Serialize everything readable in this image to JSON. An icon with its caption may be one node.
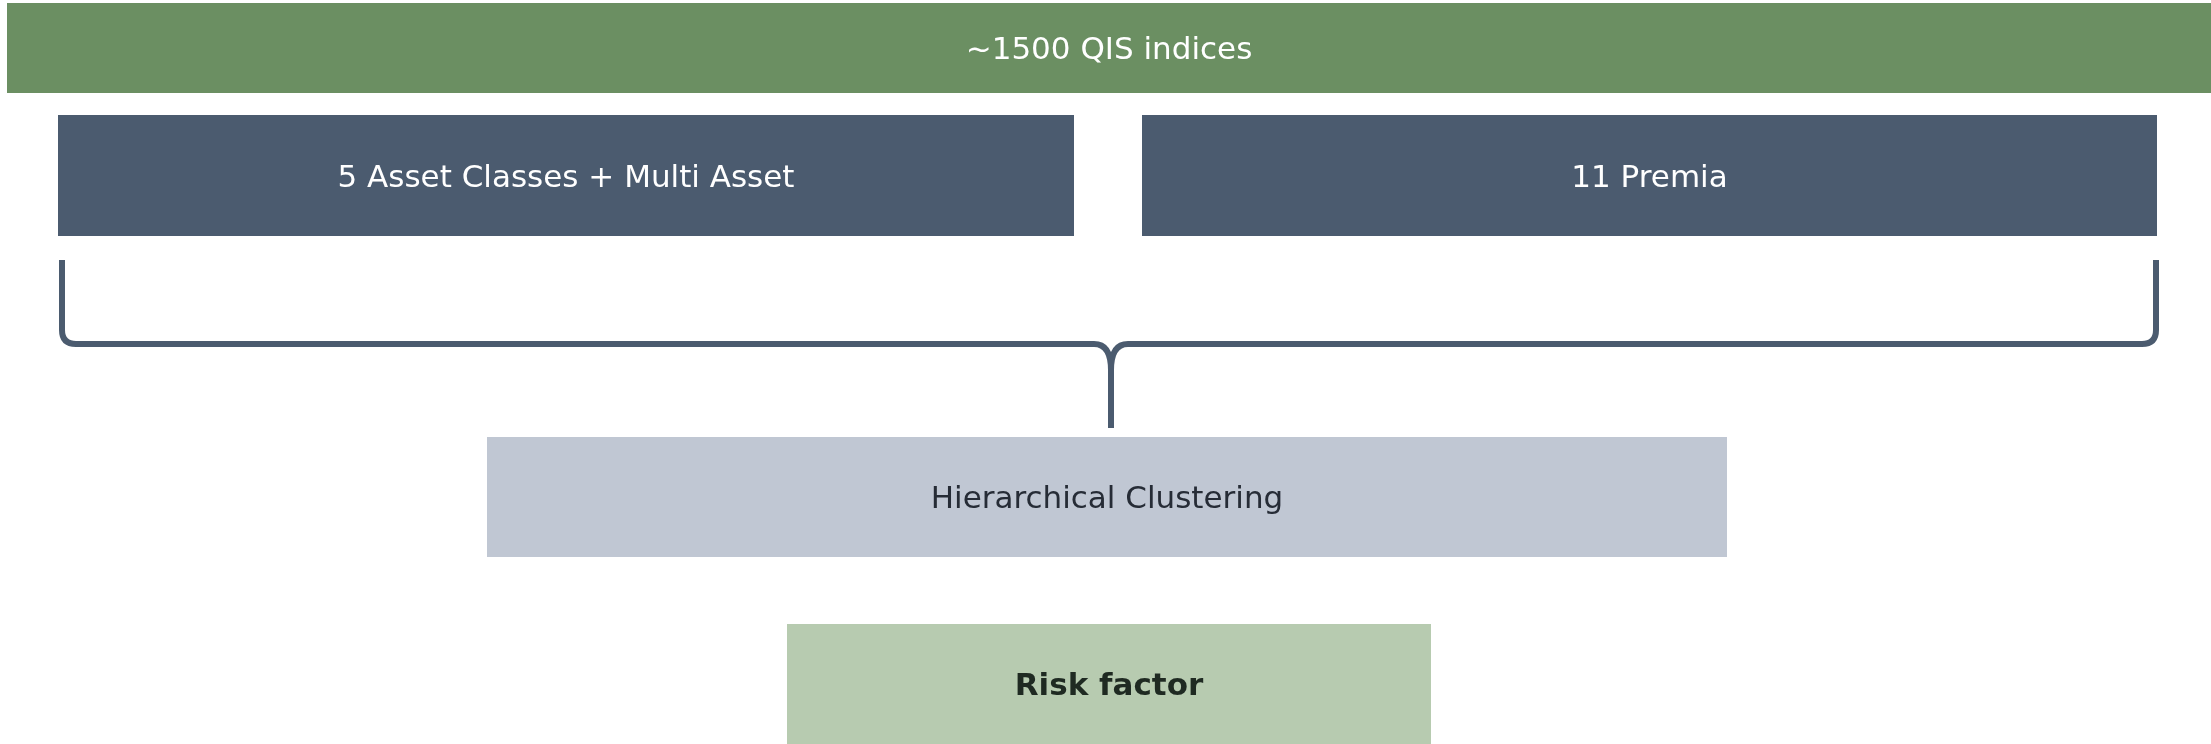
{
  "diagram": {
    "nodes": [
      {
        "text": [
          "~1500 QIS indices"
        ]
      },
      {
        "text": [
          "5 Asset Classes + Multi Asset"
        ]
      },
      {
        "text": [
          "11 Premia"
        ]
      },
      {
        "text": [
          "Hierarchical Clustering"
        ]
      },
      {
        "text": [
          "Risk factor"
        ]
      }
    ]
  }
}
